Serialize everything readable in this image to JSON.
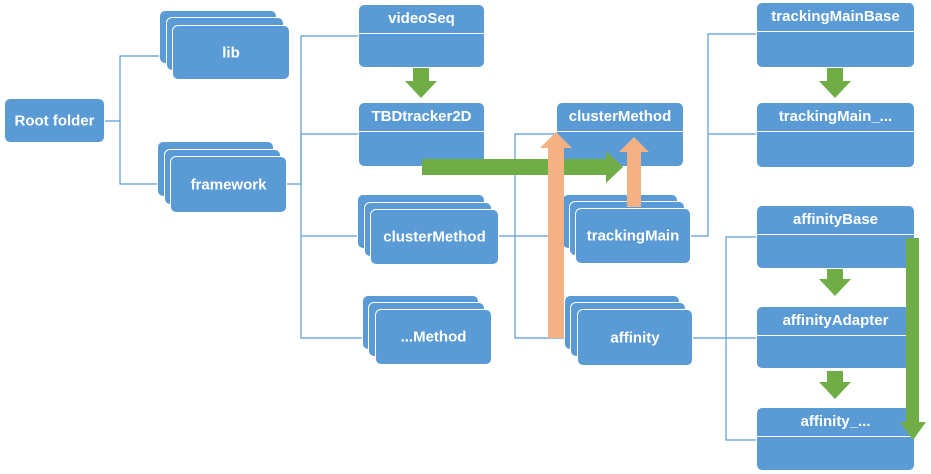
{
  "diagram": {
    "root": "Root folder",
    "lib": "lib",
    "framework": "framework",
    "videoSeq": "videoSeq",
    "tbdtracker2d": "TBDtracker2D",
    "clusterMethod_fw": "clusterMethod",
    "method_etc": "...Method",
    "clusterMethod_sub": "clusterMethod",
    "trackingMain": "trackingMain",
    "affinity": "affinity",
    "trackingMainBase": "trackingMainBase",
    "trackingMain_etc": "trackingMain_...",
    "affinityBase": "affinityBase",
    "affinityAdapter": "affinityAdapter",
    "affinity_etc": "affinity_..."
  },
  "colors": {
    "node": "#5b9bd5",
    "connector": "#5b9bd5",
    "flow_arrow": "#70ad47",
    "dependency_arrow": "#f4b183"
  }
}
